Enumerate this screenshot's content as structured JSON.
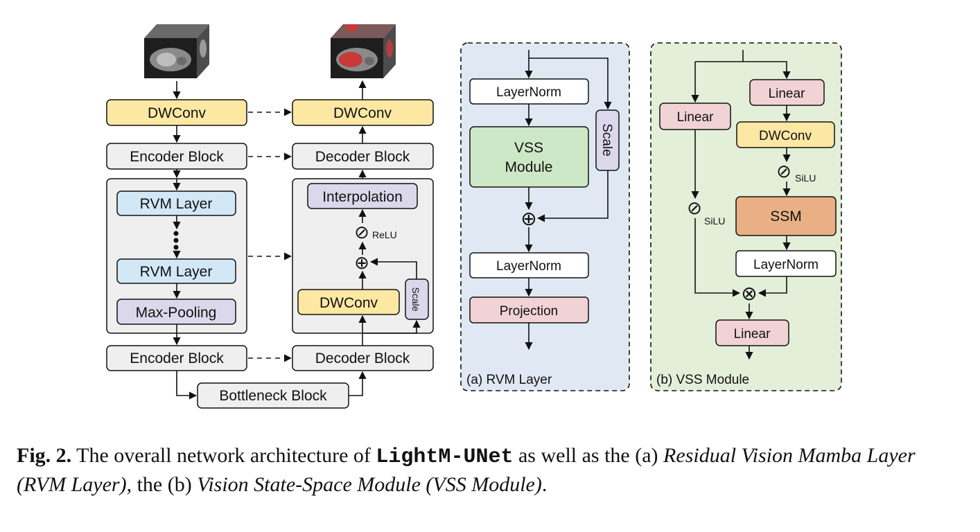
{
  "main": {
    "input_volume_icon": "ct-scan-volume",
    "output_volume_icon": "segmented-ct-volume",
    "encoder": {
      "dwconv": "DWConv",
      "encoder_block_1": "Encoder Block",
      "rvm_layer_1": "RVM Layer",
      "rvm_layer_2": "RVM Layer",
      "max_pooling": "Max-Pooling",
      "encoder_block_2": "Encoder Block"
    },
    "bottleneck": "Bottleneck Block",
    "decoder": {
      "dwconv_top": "DWConv",
      "decoder_block_1": "Decoder Block",
      "interpolation": "Interpolation",
      "relu_symbol": "⊘",
      "relu_label": "ReLU",
      "add_symbol": "⊕",
      "dwconv_inner": "DWConv",
      "scale": "Scale",
      "decoder_block_2": "Decoder Block"
    }
  },
  "rvm_panel": {
    "layernorm_1": "LayerNorm",
    "vss_line1": "VSS",
    "vss_line2": "Module",
    "scale": "Scale",
    "add_symbol": "⊕",
    "layernorm_2": "LayerNorm",
    "projection": "Projection",
    "label": "(a) RVM Layer"
  },
  "vss_panel": {
    "linear_top": "Linear",
    "linear_left": "Linear",
    "dwconv": "DWConv",
    "silu_symbol_1": "⊘",
    "silu_label_1": "SiLU",
    "silu_symbol_2": "⊘",
    "silu_label_2": "SiLU",
    "ssm": "SSM",
    "layernorm": "LayerNorm",
    "mul_symbol": "⊗",
    "linear_bottom": "Linear",
    "label": "(b) VSS Module"
  },
  "caption": {
    "fig_label": "Fig. 2.",
    "text_1": " The overall network architecture of ",
    "model_name": "LightM-UNet",
    "text_2": " as well as the (a) ",
    "rvm_full": "Residual Vision Mamba Layer (RVM Layer)",
    "text_3": ", the (b) ",
    "vss_full": "Vision State-Space Module (VSS Module)",
    "text_4": "."
  },
  "colors": {
    "yellow": "#fde8a3",
    "gray": "#efefef",
    "blue": "#d3e8f6",
    "purple": "#dcd8ec",
    "green": "#cde8c6",
    "pink": "#f1d3d6",
    "orange": "#e9b085",
    "panel_blue": "#e0e9f3",
    "panel_green": "#e4efda"
  }
}
